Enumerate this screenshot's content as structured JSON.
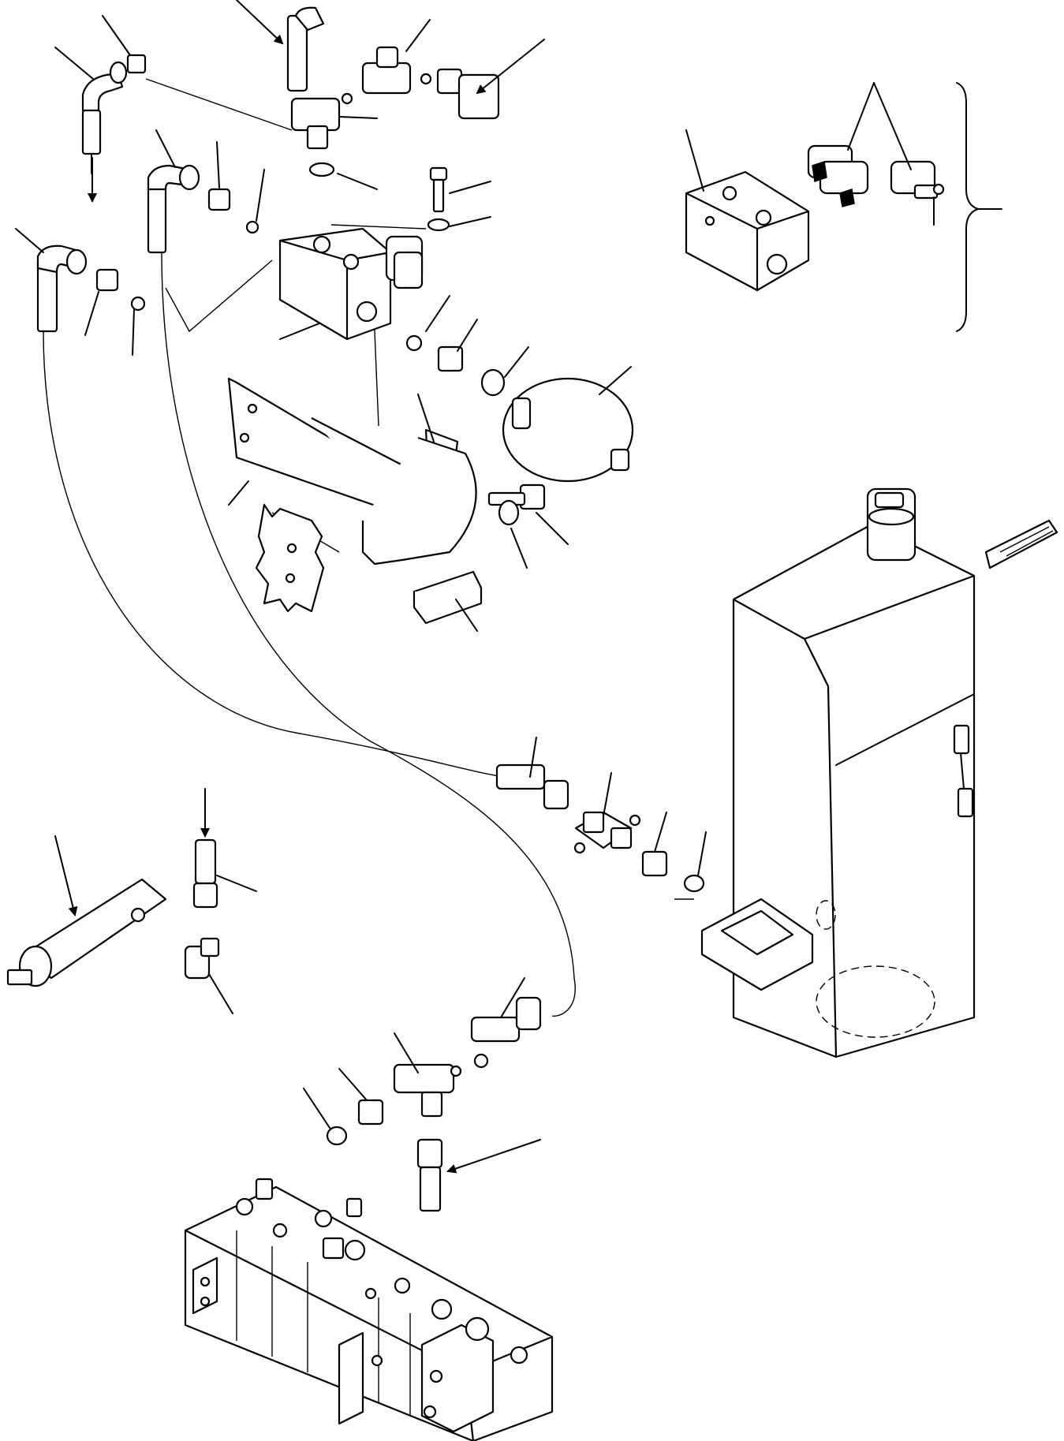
{
  "diagram": {
    "type": "exploded parts diagram",
    "stroke_color": "#000000",
    "background_color": "#ffffff",
    "groups": [
      "hoses-and-elbows-top-left",
      "tee-fitting-top",
      "valve-block-with-accumulator",
      "mounting-bracket",
      "cartridge-valve-block-inset",
      "hydraulic-tank",
      "cross-fitting",
      "cylinder-with-elbow",
      "tee-fitting-bottom",
      "control-valve-bank"
    ]
  }
}
